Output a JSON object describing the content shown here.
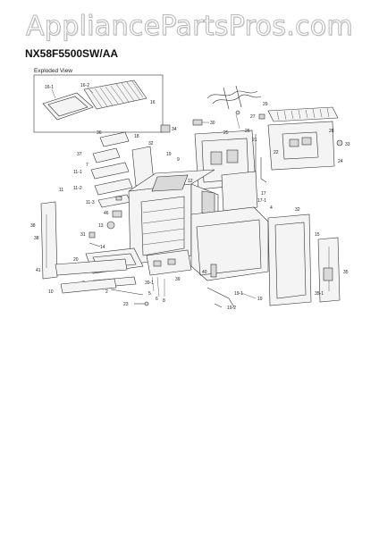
{
  "watermark": "AppliancePartsPros.com",
  "model_number": "NX58F5500SW/AA",
  "view_title": "Exploded View",
  "callouts": {
    "c16_1": "16-1",
    "c16_2": "16-2",
    "c16": "16",
    "c29": "29",
    "c30": "30",
    "c27": "27",
    "c28": "28",
    "c36": "36",
    "c18": "18",
    "c34": "34",
    "c26": "26",
    "c25": "25",
    "c21": "21",
    "c37": "37",
    "c32a": "32",
    "c19": "19",
    "c9": "9",
    "c22": "22",
    "c33": "33",
    "c24": "24",
    "c11_1": "11-1",
    "c7": "7",
    "c11_2": "11-2",
    "c11_3": "11-3",
    "c11": "11",
    "c12": "12",
    "c17": "17",
    "c17_1": "17-1",
    "c38": "38",
    "c46": "46",
    "c13": "13",
    "c31": "31",
    "c14": "14",
    "c4": "4",
    "c32b": "32",
    "c15": "15",
    "c20": "20",
    "c39": "39",
    "c39_1": "39-1",
    "c41": "41",
    "c3": "3",
    "c10": "10",
    "c2": "2",
    "c5": "5",
    "c6": "6",
    "c8": "8",
    "c23": "23",
    "c40": "40",
    "c19_1": "19-1",
    "c19_2": "19-2",
    "c19b": "19",
    "c35": "35",
    "c35_1": "35-1"
  }
}
